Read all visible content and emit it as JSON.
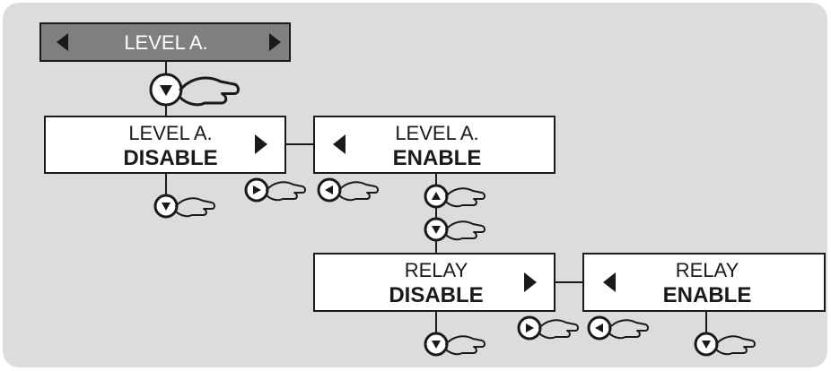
{
  "colors": {
    "panel_bg": "#dcdcdc",
    "header_bg": "#7f7f7f",
    "header_text": "#ffffff",
    "box_bg": "#ffffff",
    "ink": "#1a1a1a"
  },
  "header": {
    "label": "LEVEL A.",
    "icons": [
      "triangle-left-icon",
      "triangle-right-icon"
    ]
  },
  "boxes": {
    "level_a_disable": {
      "top": "LEVEL A.",
      "bottom": "DISABLE",
      "arrow": "triangle-right-icon"
    },
    "level_a_enable": {
      "top": "LEVEL A.",
      "bottom": "ENABLE",
      "arrow": "triangle-left-icon"
    },
    "relay_disable": {
      "top": "RELAY",
      "bottom": "DISABLE",
      "arrow": "triangle-right-icon"
    },
    "relay_enable": {
      "top": "RELAY",
      "bottom": "ENABLE",
      "arrow": "triangle-left-icon"
    }
  },
  "buttons": [
    {
      "name": "down-button-header",
      "direction": "down",
      "icon": "hand-press-icon"
    },
    {
      "name": "down-button-level-disable",
      "direction": "down",
      "icon": "hand-press-icon"
    },
    {
      "name": "right-button-level",
      "direction": "right",
      "icon": "hand-press-icon"
    },
    {
      "name": "left-button-level",
      "direction": "left",
      "icon": "hand-press-icon"
    },
    {
      "name": "up-button-level-enable",
      "direction": "up",
      "icon": "hand-press-icon"
    },
    {
      "name": "down-button-level-enable",
      "direction": "down",
      "icon": "hand-press-icon"
    },
    {
      "name": "down-button-relay-disable",
      "direction": "down",
      "icon": "hand-press-icon"
    },
    {
      "name": "right-button-relay",
      "direction": "right",
      "icon": "hand-press-icon"
    },
    {
      "name": "left-button-relay",
      "direction": "left",
      "icon": "hand-press-icon"
    },
    {
      "name": "down-button-relay-enable",
      "direction": "down",
      "icon": "hand-press-icon"
    }
  ]
}
